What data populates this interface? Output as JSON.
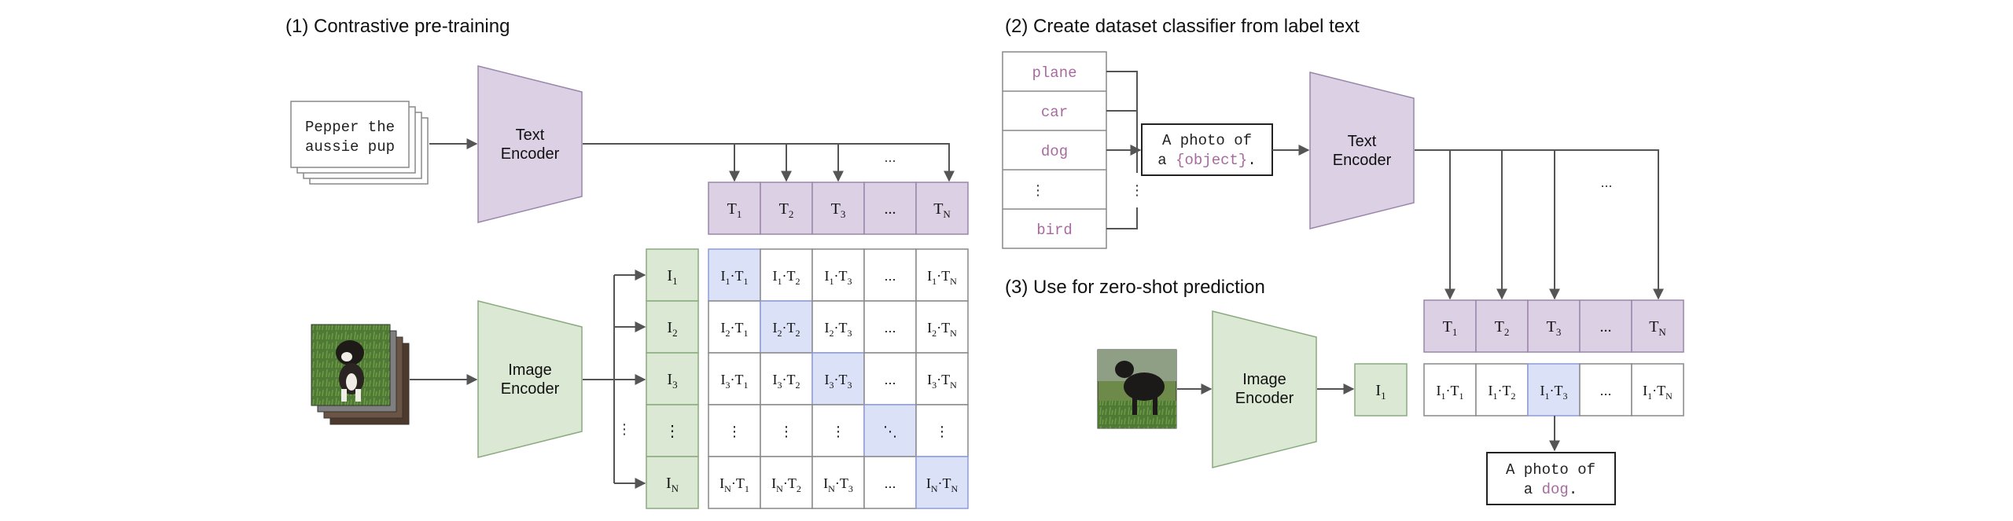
{
  "colors": {
    "text_purple_fill": "#dcd0e4",
    "text_purple_stroke": "#9a86aa",
    "image_green_fill": "#dbe8d4",
    "image_green_stroke": "#8aaa7e",
    "diag_blue_fill": "#dbe2f7",
    "diag_blue_stroke": "#8e9cd6",
    "keyword_color": "#a76a9e",
    "line_color": "#555555"
  },
  "section1": {
    "title": "(1) Contrastive pre-training",
    "text_card": [
      "Pepper the",
      "aussie pup"
    ],
    "text_encoder": [
      "Text",
      "Encoder"
    ],
    "image_encoder": [
      "Image",
      "Encoder"
    ],
    "t_cells": [
      {
        "main": "T",
        "sub": "1"
      },
      {
        "main": "T",
        "sub": "2"
      },
      {
        "main": "T",
        "sub": "3"
      },
      {
        "main": "...",
        "sub": ""
      },
      {
        "main": "T",
        "sub": "N"
      }
    ],
    "i_cells": [
      {
        "main": "I",
        "sub": "1"
      },
      {
        "main": "I",
        "sub": "2"
      },
      {
        "main": "I",
        "sub": "3"
      },
      {
        "main": "⋮",
        "sub": ""
      },
      {
        "main": "I",
        "sub": "N"
      }
    ],
    "top_ellipsis": "...",
    "left_ellipsis": "⋮",
    "matrix": [
      [
        {
          "a": "I",
          "as": "1",
          "b": "T",
          "bs": "1"
        },
        {
          "a": "I",
          "as": "1",
          "b": "T",
          "bs": "2"
        },
        {
          "a": "I",
          "as": "1",
          "b": "T",
          "bs": "3"
        },
        {
          "t": "..."
        },
        {
          "a": "I",
          "as": "1",
          "b": "T",
          "bs": "N"
        }
      ],
      [
        {
          "a": "I",
          "as": "2",
          "b": "T",
          "bs": "1"
        },
        {
          "a": "I",
          "as": "2",
          "b": "T",
          "bs": "2"
        },
        {
          "a": "I",
          "as": "2",
          "b": "T",
          "bs": "3"
        },
        {
          "t": "..."
        },
        {
          "a": "I",
          "as": "2",
          "b": "T",
          "bs": "N"
        }
      ],
      [
        {
          "a": "I",
          "as": "3",
          "b": "T",
          "bs": "1"
        },
        {
          "a": "I",
          "as": "3",
          "b": "T",
          "bs": "2"
        },
        {
          "a": "I",
          "as": "3",
          "b": "T",
          "bs": "3"
        },
        {
          "t": "..."
        },
        {
          "a": "I",
          "as": "3",
          "b": "T",
          "bs": "N"
        }
      ],
      [
        {
          "t": "⋮"
        },
        {
          "t": "⋮"
        },
        {
          "t": "⋮"
        },
        {
          "t": "⋱"
        },
        {
          "t": "⋮"
        }
      ],
      [
        {
          "a": "I",
          "as": "N",
          "b": "T",
          "bs": "1"
        },
        {
          "a": "I",
          "as": "N",
          "b": "T",
          "bs": "2"
        },
        {
          "a": "I",
          "as": "N",
          "b": "T",
          "bs": "3"
        },
        {
          "t": "..."
        },
        {
          "a": "I",
          "as": "N",
          "b": "T",
          "bs": "N"
        }
      ]
    ]
  },
  "section2": {
    "title": "(2) Create dataset classifier from label text",
    "labels": [
      "plane",
      "car",
      "dog",
      "⋮",
      "bird"
    ],
    "side_ellipsis": "⋮",
    "template_line1": "A photo of",
    "template_prefix": "a ",
    "template_keyword": "{object}",
    "template_suffix": ".",
    "text_encoder": [
      "Text",
      "Encoder"
    ],
    "top_ellipsis": "...",
    "t_cells": [
      {
        "main": "T",
        "sub": "1"
      },
      {
        "main": "T",
        "sub": "2"
      },
      {
        "main": "T",
        "sub": "3"
      },
      {
        "main": "...",
        "sub": ""
      },
      {
        "main": "T",
        "sub": "N"
      }
    ]
  },
  "section3": {
    "title": "(3) Use for zero-shot prediction",
    "image_encoder": [
      "Image",
      "Encoder"
    ],
    "i_cell": {
      "main": "I",
      "sub": "1"
    },
    "scores": [
      {
        "a": "I",
        "as": "1",
        "b": "T",
        "bs": "1"
      },
      {
        "a": "I",
        "as": "1",
        "b": "T",
        "bs": "2"
      },
      {
        "a": "I",
        "as": "1",
        "b": "T",
        "bs": "3"
      },
      {
        "t": "..."
      },
      {
        "a": "I",
        "as": "1",
        "b": "T",
        "bs": "N"
      }
    ],
    "result_line1": "A photo of",
    "result_prefix": "a ",
    "result_keyword": "dog",
    "result_suffix": "."
  }
}
